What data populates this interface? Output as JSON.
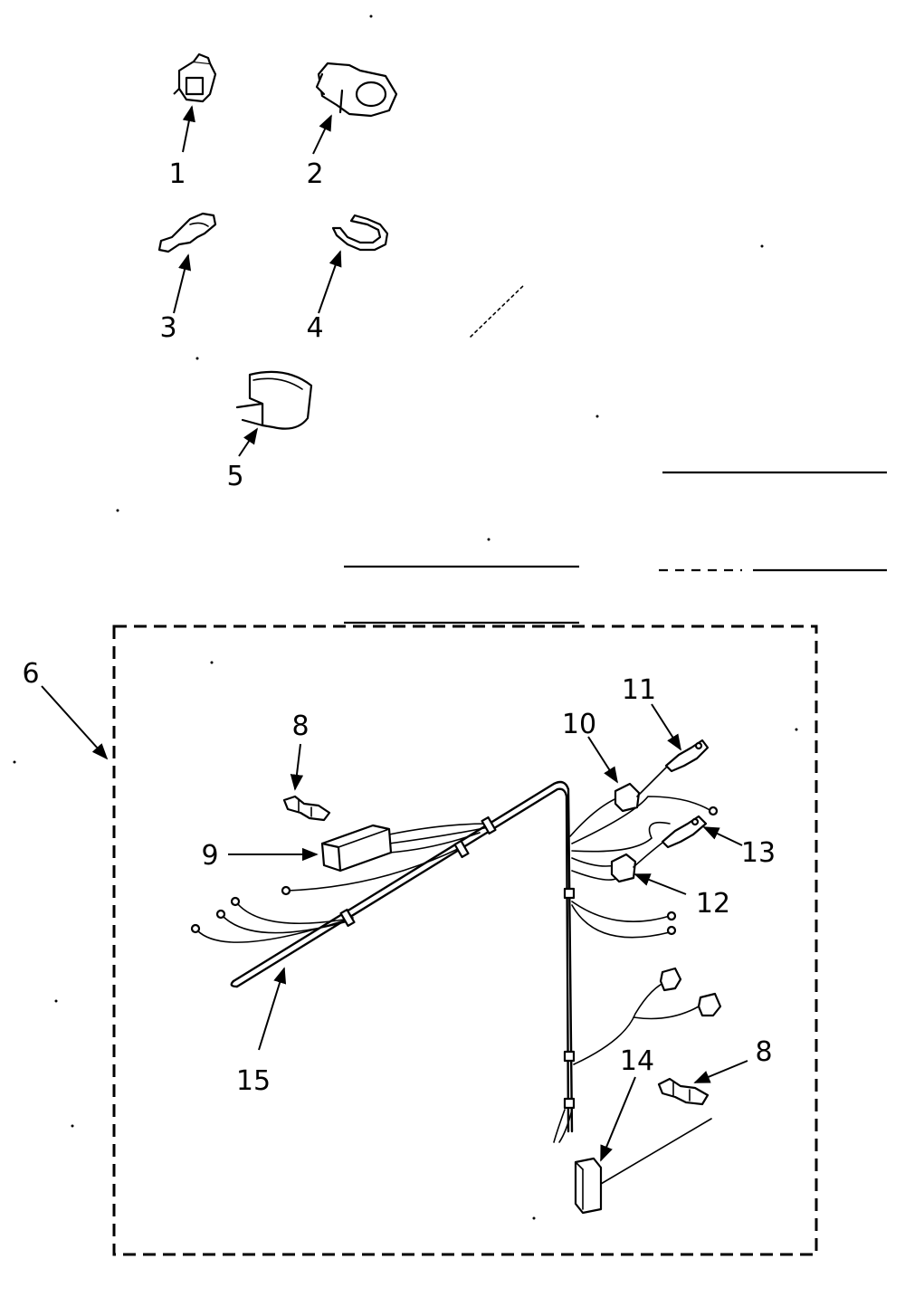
{
  "diagram": {
    "callouts": [
      {
        "id": "1",
        "text": "1"
      },
      {
        "id": "2",
        "text": "2"
      },
      {
        "id": "3",
        "text": "3"
      },
      {
        "id": "4",
        "text": "4"
      },
      {
        "id": "5",
        "text": "5"
      },
      {
        "id": "6",
        "text": "6"
      },
      {
        "id": "8a",
        "text": "8"
      },
      {
        "id": "8b",
        "text": "8"
      },
      {
        "id": "9",
        "text": "9"
      },
      {
        "id": "10",
        "text": "10"
      },
      {
        "id": "11",
        "text": "11"
      },
      {
        "id": "12",
        "text": "12"
      },
      {
        "id": "13",
        "text": "13"
      },
      {
        "id": "14",
        "text": "14"
      },
      {
        "id": "15",
        "text": "15"
      }
    ]
  }
}
